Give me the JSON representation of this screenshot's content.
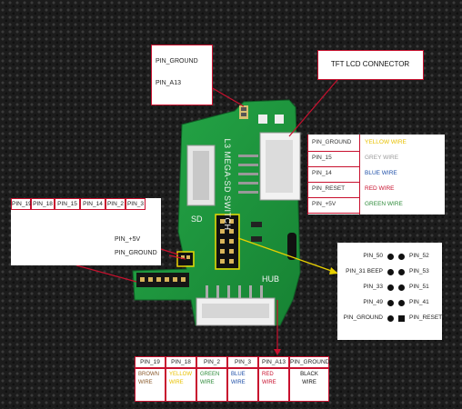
{
  "callouts": {
    "top_left": {
      "line1": "PIN_GROUND",
      "line2": "PIN_A13"
    },
    "tft_title": "TFT LCD CONNECTOR",
    "left_side": {
      "plus5": "PIN_+5V",
      "ground": "PIN_GROUND"
    }
  },
  "board": {
    "vertical_text": "L3 MEGA-SD SWITCH",
    "sd_label": "SD",
    "hub_label": "HUB"
  },
  "tft_table": [
    {
      "pin": "PIN_GROUND",
      "wire": "YELLOW WIRE",
      "color": "#e8c000"
    },
    {
      "pin": "PIN_15",
      "wire": "GREY WIRE",
      "color": "#9a9a9a"
    },
    {
      "pin": "PIN_14",
      "wire": "BLUE WIRE",
      "color": "#1f4fa8"
    },
    {
      "pin": "PIN_RESET",
      "wire": "RED WIRE",
      "color": "#c8102e"
    },
    {
      "pin": "PIN_+5V",
      "wire": "GREEN WIRE",
      "color": "#2e8b3a"
    }
  ],
  "left_header": [
    "PIN_19",
    "PIN_18",
    "PIN_15",
    "PIN_14",
    "PIN_2",
    "PIN_3"
  ],
  "pin_map": [
    {
      "left": "PIN_50",
      "right": "PIN_52",
      "right_marker": "dot"
    },
    {
      "left": "PIN_31 BEEP",
      "right": "PIN_53",
      "right_marker": "dot"
    },
    {
      "left": "PIN_33",
      "right": "PIN_51",
      "right_marker": "dot"
    },
    {
      "left": "PIN_49",
      "right": "PIN_41",
      "right_marker": "dot"
    },
    {
      "left": "PIN_GROUND",
      "right": "PIN_RESET",
      "right_marker": "square"
    }
  ],
  "hub_table": {
    "headers": [
      "PIN_19",
      "PIN_18",
      "PIN_2",
      "PIN_3",
      "PIN_A13",
      "PIN_GROUND"
    ],
    "wires": [
      {
        "l1": "BROWN",
        "l2": "WIRE",
        "color": "#8b5a2b"
      },
      {
        "l1": "YELLOW",
        "l2": "WIRE",
        "color": "#e8c000"
      },
      {
        "l1": "GREEN",
        "l2": "WIRE",
        "color": "#2e8b3a"
      },
      {
        "l1": "BLUE",
        "l2": "WIRE",
        "color": "#1f4fa8"
      },
      {
        "l1": "RED",
        "l2": "WIRE",
        "color": "#c8102e"
      },
      {
        "l1": "BLACK",
        "l2": "WIRE",
        "color": "#111111"
      }
    ]
  },
  "colors": {
    "board": "#1f9a3f",
    "callout_border": "#c8102e",
    "pointer_yellow": "#e8d000"
  }
}
